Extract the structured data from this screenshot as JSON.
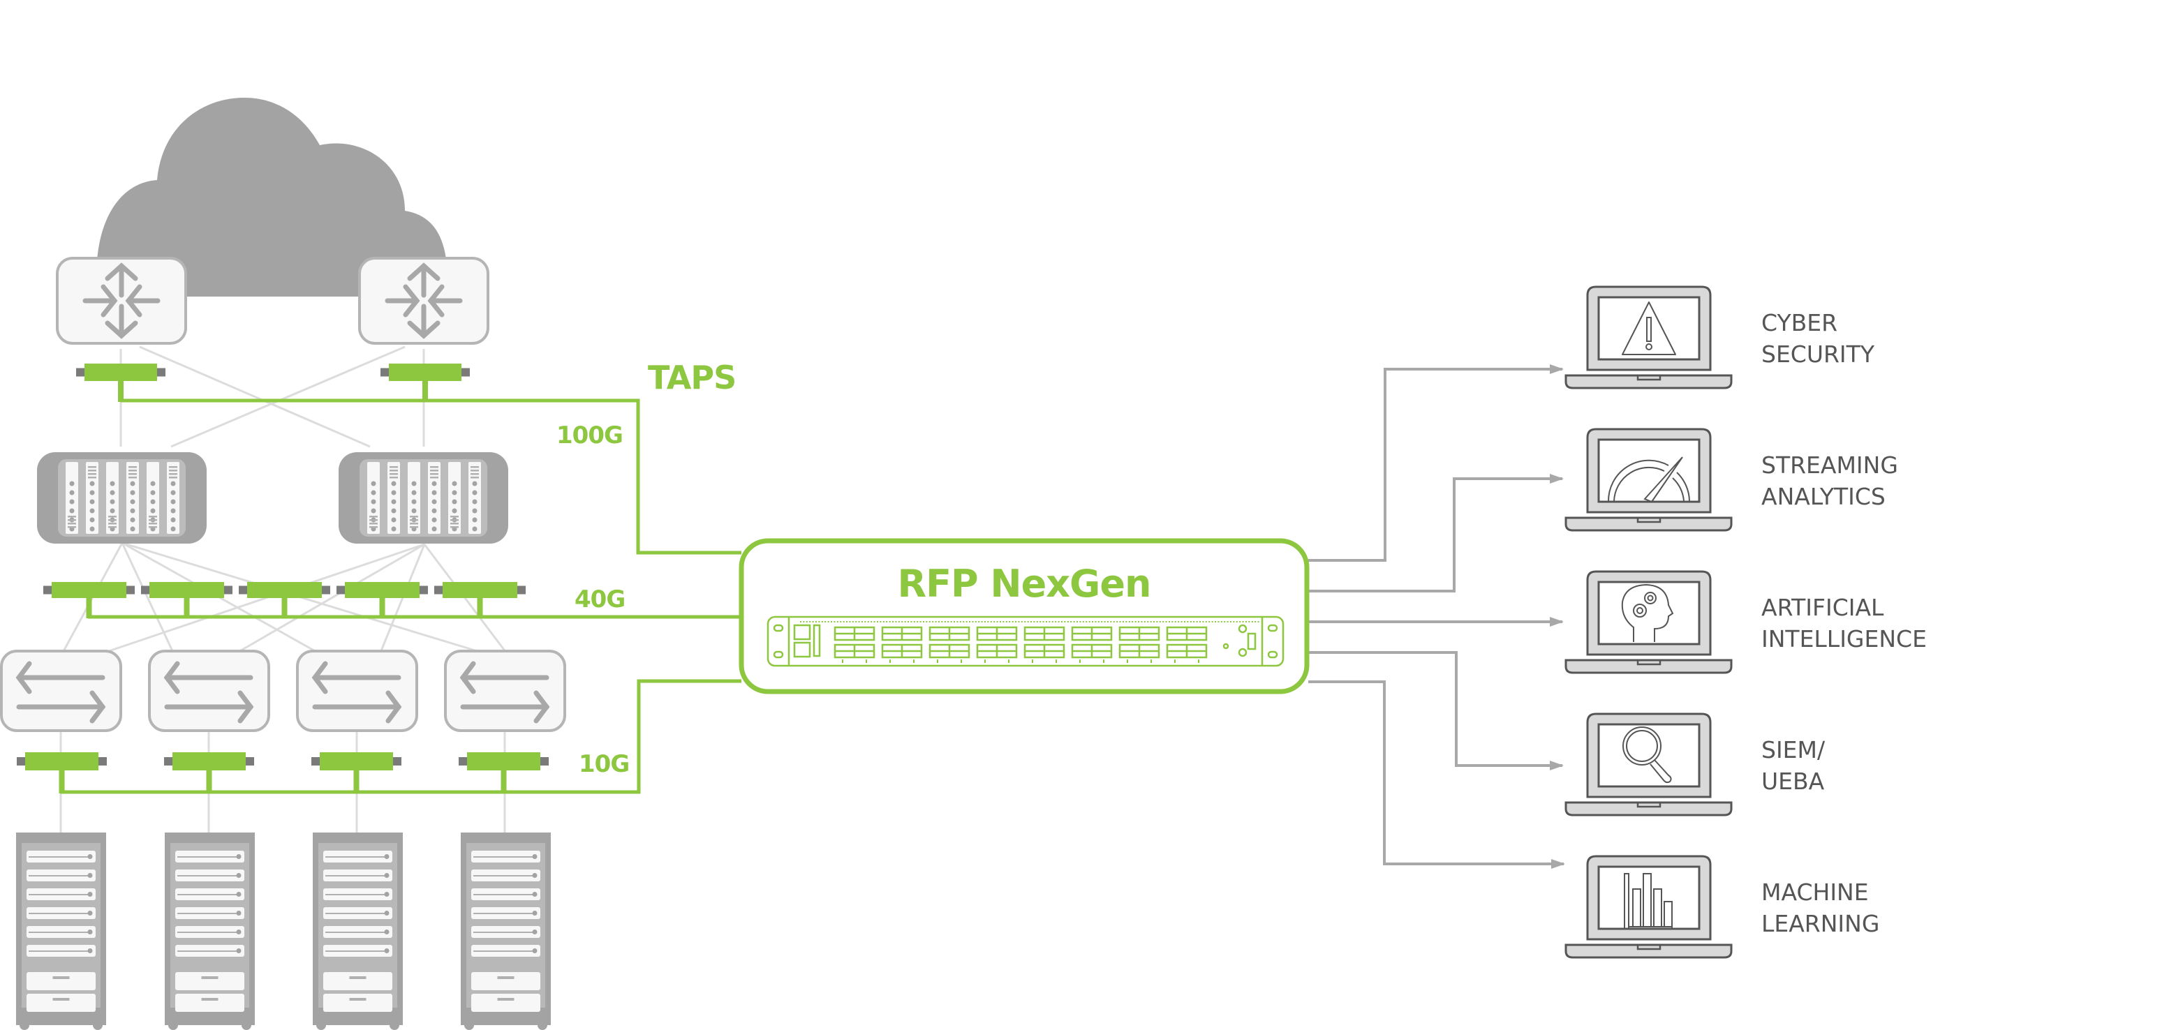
{
  "colors": {
    "tap_green": "#8dc63f",
    "tap_stub": "#7a7a7a",
    "device_grey": "#a3a3a3",
    "device_light": "#f7f7f7",
    "link_grey": "#dcdcdc",
    "arrow_grey": "#a8a8a8",
    "laptop_fill": "#d9d9d9",
    "laptop_stroke": "#555555",
    "text_dark": "#555555"
  },
  "network": {
    "cloud_icon": "cloud-icon",
    "router_icon": "router-icon",
    "chassis_icon": "chassis-switch-icon",
    "switch_icon": "switch-icon",
    "server_icon": "server-rack-icon",
    "routers": [
      {
        "id": "router-1"
      },
      {
        "id": "router-2"
      }
    ],
    "core_switches": [
      {
        "id": "chassis-1"
      },
      {
        "id": "chassis-2"
      }
    ],
    "access_switches": [
      {
        "id": "switch-1"
      },
      {
        "id": "switch-2"
      },
      {
        "id": "switch-3"
      },
      {
        "id": "switch-4"
      }
    ],
    "server_racks": [
      {
        "id": "rack-1"
      },
      {
        "id": "rack-2"
      },
      {
        "id": "rack-3"
      },
      {
        "id": "rack-4"
      }
    ]
  },
  "taps": {
    "title": "TAPS",
    "tiers": [
      {
        "speed": "100G",
        "tap_count": 2
      },
      {
        "speed": "40G",
        "tap_count": 5
      },
      {
        "speed": "10G",
        "tap_count": 4
      }
    ]
  },
  "appliance": {
    "name": "RFP NexGen",
    "port_groups": 8,
    "icon": "packet-broker-appliance-icon"
  },
  "tools": [
    {
      "line1": "CYBER",
      "line2": "SECURITY",
      "icon": "warning-icon"
    },
    {
      "line1": "STREAMING",
      "line2": "ANALYTICS",
      "icon": "gauge-icon"
    },
    {
      "line1": "ARTIFICIAL",
      "line2": "INTELLIGENCE",
      "icon": "brain-gears-icon"
    },
    {
      "line1": "SIEM/",
      "line2": "UEBA",
      "icon": "magnifier-icon"
    },
    {
      "line1": "MACHINE",
      "line2": "LEARNING",
      "icon": "bar-chart-icon"
    }
  ]
}
